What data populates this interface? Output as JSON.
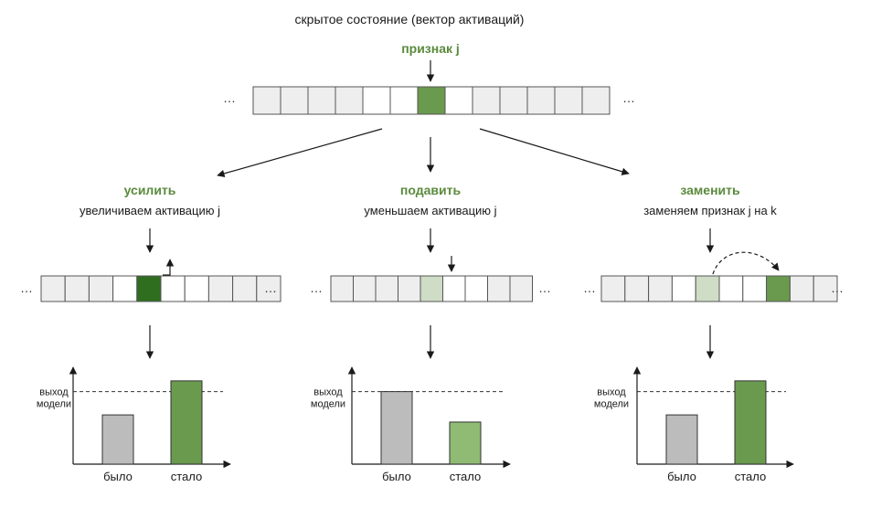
{
  "title": "скрытое состояние (вектор активаций)",
  "feature_label": "признак j",
  "colors": {
    "cell_fill": "#eeeeee",
    "cell_white": "#ffffff",
    "cell_stroke": "#555555",
    "green_dark": "#2f6e1f",
    "green_mid": "#6a9a4e",
    "green_light": "#8fbb74",
    "green_pale": "#cfdcc6",
    "gray_bar": "#bcbcbc",
    "label_green": "#5a8a3c"
  },
  "ellipsis": "…",
  "top_vector": {
    "cell_states": [
      "f",
      "f",
      "f",
      "f",
      "w",
      "w",
      "g",
      "w",
      "f",
      "f",
      "f",
      "f",
      "f"
    ]
  },
  "panels": [
    {
      "title": "усилить",
      "description": "увеличиваем активацию j",
      "cell_states": [
        "f",
        "f",
        "f",
        "w",
        "d",
        "w",
        "w",
        "f",
        "f",
        "f"
      ],
      "bars": [
        {
          "label": "было",
          "value": 0.55
        },
        {
          "label": "стало",
          "value": 0.93
        }
      ],
      "baseline": 0.81,
      "y_label_line1": "выход",
      "y_label_line2": "модели"
    },
    {
      "title": "подавить",
      "description": "уменьшаем активацию j",
      "cell_states": [
        "f",
        "f",
        "f",
        "f",
        "p",
        "w",
        "w",
        "f",
        "f"
      ],
      "bars": [
        {
          "label": "было",
          "value": 0.81
        },
        {
          "label": "стало",
          "value": 0.47
        }
      ],
      "baseline": 0.81,
      "y_label_line1": "выход",
      "y_label_line2": "модели"
    },
    {
      "title": "заменить",
      "description": "заменяем признак j на k",
      "cell_states": [
        "f",
        "f",
        "f",
        "w",
        "p",
        "w",
        "w",
        "m",
        "f",
        "f"
      ],
      "bars": [
        {
          "label": "было",
          "value": 0.55
        },
        {
          "label": "стало",
          "value": 0.93
        }
      ],
      "baseline": 0.81,
      "y_label_line1": "выход",
      "y_label_line2": "модели"
    }
  ]
}
